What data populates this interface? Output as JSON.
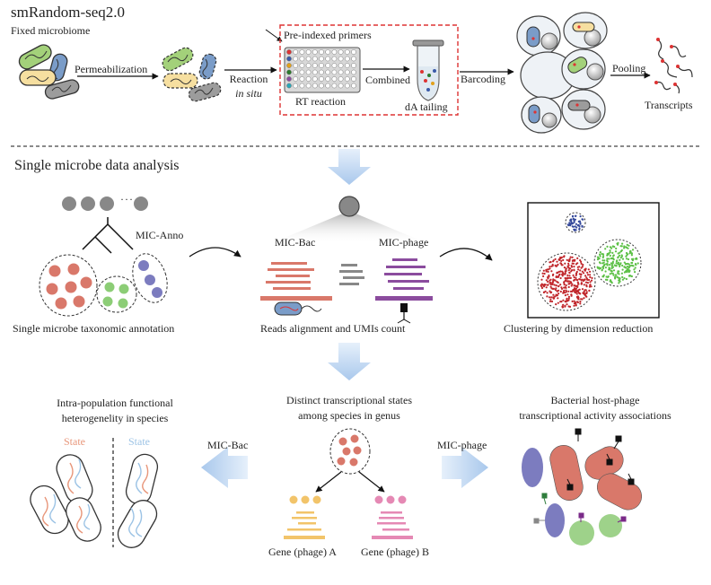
{
  "top": {
    "title": "smRandom-seq2.0",
    "fixed_microbiome": "Fixed microbiome",
    "permeabilization": "Permeabilization",
    "reaction": "Reaction",
    "in_situ": "in situ",
    "pre_indexed_primers": "Pre-indexed primers",
    "combined": "Combined",
    "rt_reaction": "RT reaction",
    "da_tailing": "dA tailing",
    "barcoding": "Barcoding",
    "pooling": "Pooling",
    "transcripts": "Transcripts"
  },
  "middle": {
    "heading": "Single microbe data analysis",
    "mic_anno": "MIC-Anno",
    "mic_bac": "MIC-Bac",
    "mic_phage": "MIC-phage",
    "taxonomic_annotation": "Single microbe taxonomic annotation",
    "reads_alignment": "Reads alignment and UMIs count",
    "clustering": "Clustering by dimension reduction",
    "dots_ellipsis": "···"
  },
  "bottom": {
    "intra_line1": "Intra-population functional",
    "intra_line2": "heterogenelity in species",
    "state_left": "State",
    "state_right": "State",
    "mic_bac": "MIC-Bac",
    "distinct_line1": "Distinct transcriptional states",
    "distinct_line2": "among species in genus",
    "mic_phage": "MIC-phage",
    "host_line1": "Bacterial host-phage",
    "host_line2": "transcriptional activity associations",
    "gene_a": "Gene (phage) A",
    "gene_b": "Gene (phage) B"
  },
  "colors": {
    "red_cluster": "#c0262b",
    "green_cluster": "#5cc046",
    "blue_cluster": "#34489a",
    "salmon": "#d9786a",
    "purple_bars": "#8b4c9e",
    "arrow_blue": "#b9d3ee",
    "state_orange": "#e8967a",
    "state_blue": "#9cc3e5",
    "gene_a_color": "#f2c46a",
    "gene_b_color": "#e589b4"
  }
}
